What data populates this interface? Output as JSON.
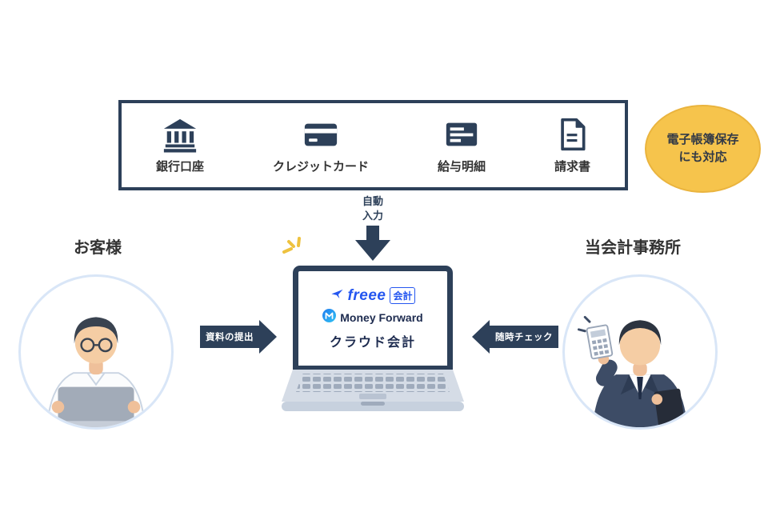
{
  "sources": {
    "items": [
      {
        "label": "銀行口座",
        "icon": "bank-icon"
      },
      {
        "label": "クレジットカード",
        "icon": "credit-card-icon"
      },
      {
        "label": "給与明細",
        "icon": "payslip-icon"
      },
      {
        "label": "請求書",
        "icon": "invoice-icon"
      }
    ]
  },
  "badge": {
    "line1": "電子帳簿保存",
    "line2": "にも対応"
  },
  "auto_arrow": {
    "line1": "自動",
    "line2": "入力"
  },
  "actors": {
    "customer": {
      "title": "お客様"
    },
    "office": {
      "title": "当会計事務所"
    }
  },
  "flows": {
    "submit": "資料の提出",
    "check": "随時チェック"
  },
  "screen": {
    "freee_text": "freee",
    "freee_suffix": "会計",
    "mf_text": "Money Forward",
    "mf_sub": "クラウド会計"
  },
  "colors": {
    "navy": "#2d4059",
    "yellow": "#f6c44c",
    "freee_blue": "#2456f0",
    "moneyforward_ink": "#1d2b4f",
    "circle_ring": "#d9e6f7"
  }
}
